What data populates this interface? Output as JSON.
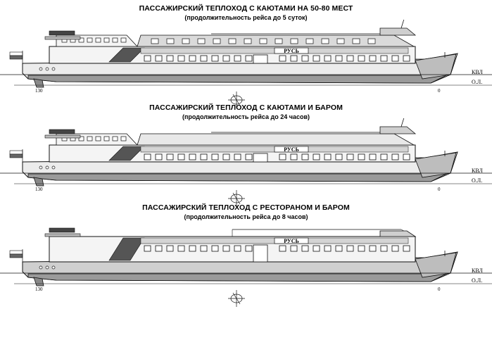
{
  "ships": [
    {
      "title": "ПАССАЖИРСКИЙ ТЕПЛОХОД  С КАЮТАМИ НА 50-80 МЕСТ",
      "subtitle": "(продолжительность  рейса до 5 суток)",
      "name": "РУСЬ",
      "mark_130": "130",
      "mark_0": "0",
      "kvl": "КВЛ",
      "ol": "О.Л."
    },
    {
      "title": "ПАССАЖИРСКИЙ ТЕПЛОХОД С КАЮТАМИ И БАРОМ",
      "subtitle": "(продолжительность рейса до  24 часов)",
      "name": "РУСЬ",
      "mark_130": "130",
      "mark_0": "0",
      "kvl": "КВЛ",
      "ol": "О.Л."
    },
    {
      "title": "ПАССАЖИРСКИЙ ТЕПЛОХОД С РЕСТОРАНОМ И БАРОМ",
      "subtitle": "(продолжительность  рейса до 8 часов)",
      "name": "РУСЬ",
      "mark_130": "130",
      "mark_0": "0",
      "kvl": "КВЛ",
      "ol": "О.Л."
    }
  ],
  "colors": {
    "line": "#111111",
    "hull_gray": "#9a9a9a",
    "dark_band": "#555555",
    "light_gray": "#d4d4d4",
    "window": "#ffffff"
  }
}
